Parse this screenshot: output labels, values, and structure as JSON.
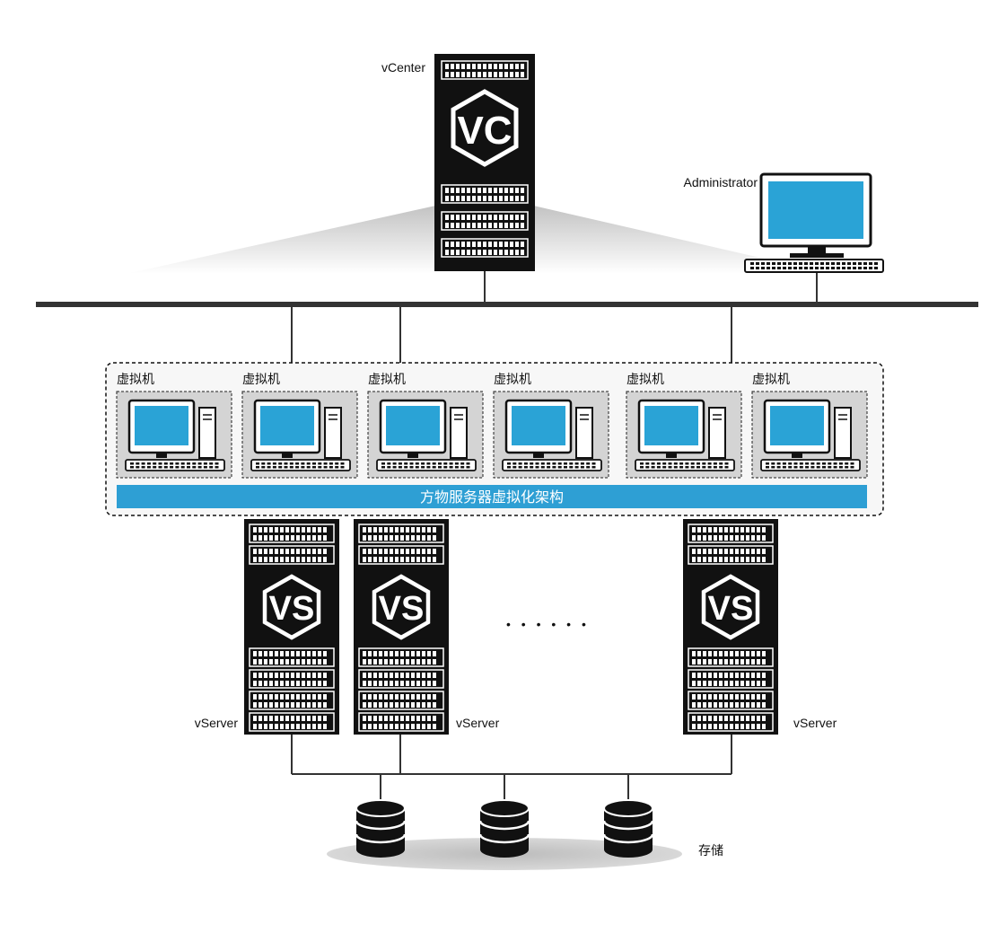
{
  "labels": {
    "vcenter": "vCenter",
    "administrator": "Administrator",
    "vm": "虚拟机",
    "banner": "方物服务器虚拟化架构",
    "vserver": "vServer",
    "storage": "存储",
    "ellipsis": "• • • • • •"
  },
  "badges": {
    "vcenter": "VC",
    "vserver": "VS"
  },
  "vm_count": 6,
  "vserver_count": 3,
  "storage_count": 3,
  "colors": {
    "screen": "#2aa3d6",
    "banner": "#2e9fd4",
    "server": "#111111",
    "network": "#333333",
    "vm_panel": "#d4d4d4",
    "disk_shadow": "#c8c8c8"
  }
}
